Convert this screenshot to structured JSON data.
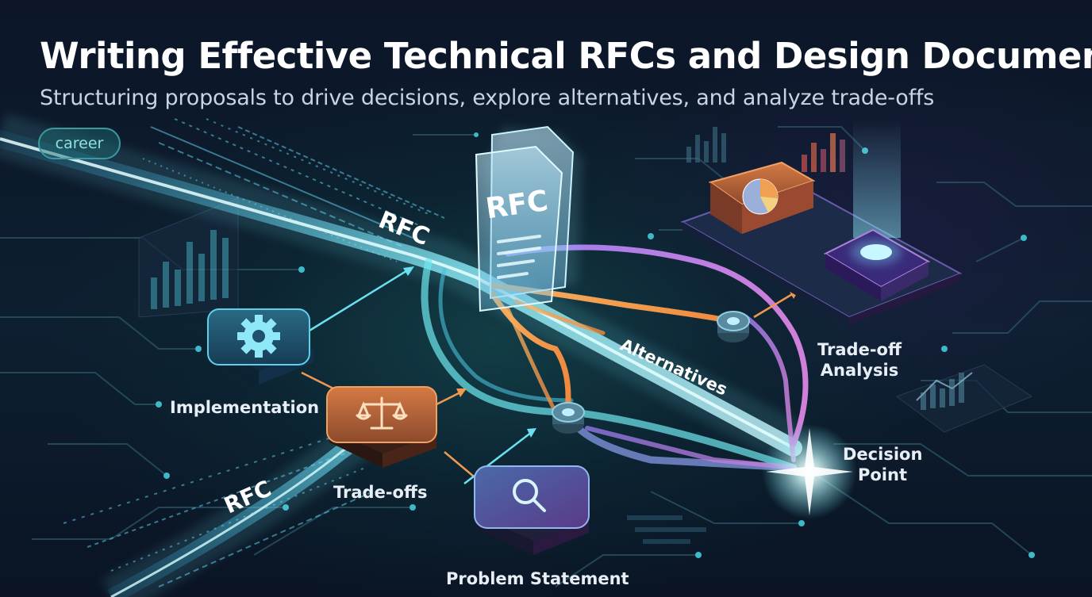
{
  "header": {
    "title": "Writing Effective Technical RFCs and Design Documents",
    "subtitle": "Structuring proposals to drive decisions, explore alternatives, and analyze trade-offs",
    "tag": "career"
  },
  "diagram": {
    "document_label": "RFC",
    "stream_label_upper": "RFC",
    "stream_label_lower": "RFC",
    "path_label": "Alternatives",
    "nodes": {
      "implementation": "Implementation",
      "tradeoffs": "Trade-offs",
      "problem_statement": "Problem Statement",
      "tradeoff_analysis_line1": "Trade-off",
      "tradeoff_analysis_line2": "Analysis",
      "decision_point_line1": "Decision",
      "decision_point_line2": "Point"
    },
    "icons": [
      "gear-icon",
      "scales-icon",
      "magnifier-icon",
      "pie-chart-icon",
      "glow-platform-icon",
      "document-icon"
    ]
  },
  "colors": {
    "background": "#0b1526",
    "cyan": "#5ee0f0",
    "orange": "#f0a050",
    "purple": "#a070e0",
    "text": "#ffffff"
  }
}
